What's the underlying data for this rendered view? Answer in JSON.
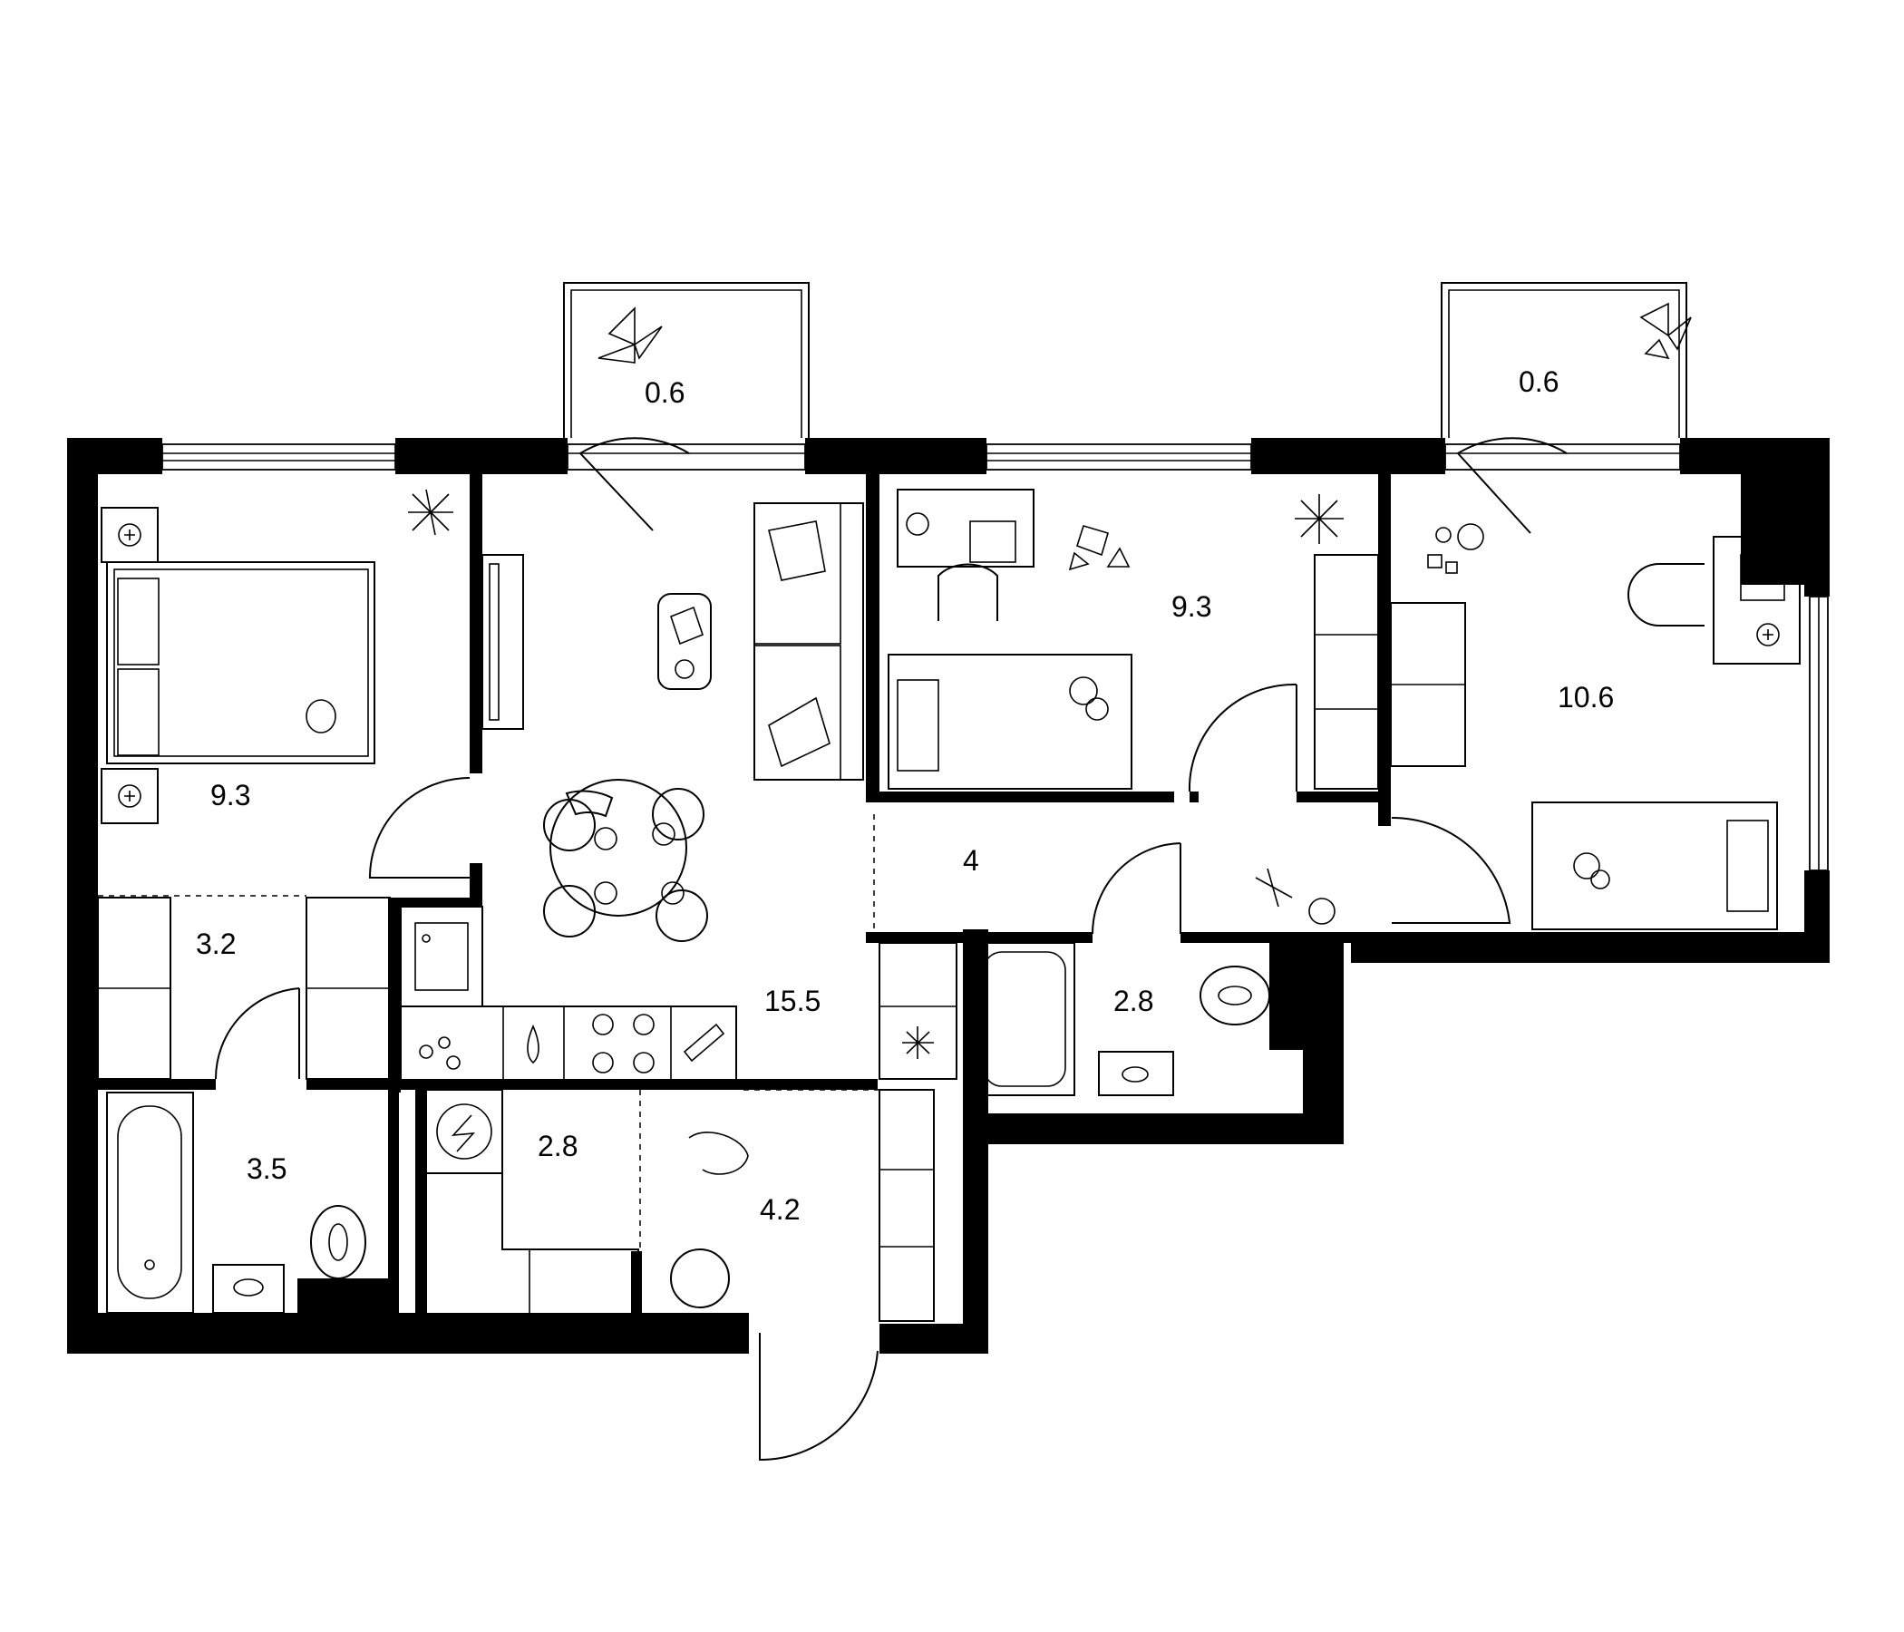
{
  "rooms": [
    {
      "id": "bedroom-left",
      "area": "9.3"
    },
    {
      "id": "balcony-left",
      "area": "0.6"
    },
    {
      "id": "kitchen-living",
      "area": "15.5"
    },
    {
      "id": "childroom-middle",
      "area": "9.3"
    },
    {
      "id": "balcony-right",
      "area": "0.6"
    },
    {
      "id": "childroom-right",
      "area": "10.6"
    },
    {
      "id": "corridor",
      "area": "4"
    },
    {
      "id": "wardrobe-left",
      "area": "3.2"
    },
    {
      "id": "bathroom-left",
      "area": "3.5"
    },
    {
      "id": "storage",
      "area": "2.8"
    },
    {
      "id": "hallway",
      "area": "4.2"
    },
    {
      "id": "bathroom-right",
      "area": "2.8"
    }
  ],
  "colors": {
    "walls": "#000000",
    "background": "#ffffff",
    "lines": "#000000"
  }
}
